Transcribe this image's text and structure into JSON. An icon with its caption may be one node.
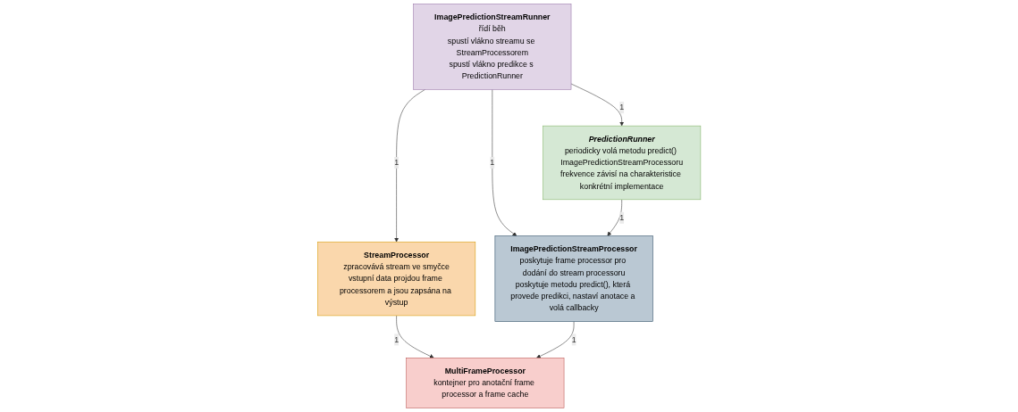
{
  "diagram": {
    "nodes": [
      {
        "text": [
          "StreamProcessor",
          "zpracovává stream ve smyčce",
          "vstupní data projdou frame processorem a jsou zapsána na výstup"
        ]
      },
      {
        "text": [
          "ImagePredictionStreamRunner",
          "řídí běh",
          "spustí vlákno streamu se StreamProcessorem",
          "spustí vlákno predikce s PredictionRunner"
        ]
      },
      {
        "text": [
          "PredictionRunner",
          "periodicky volá metodu predict() ImagePredictionStreamProcessoru",
          "frekvence závisí na charakteristice konkrétní implementace"
        ]
      },
      {
        "text": [
          "MultiFrameProcessor",
          "kontejner pro anotační frame processor a frame cache"
        ]
      },
      {
        "text": [
          "ImagePredictionStreamProcessor",
          "poskytuje frame processor pro dodání do stream processoru",
          "poskytuje metodu predict(), která provede predikci, nastaví anotace a volá callbacky"
        ]
      }
    ],
    "edges": [
      {
        "from": 1,
        "to": 0,
        "arrow": "to",
        "label": "1"
      },
      {
        "from": 1,
        "to": 2,
        "arrow": "to",
        "label": "1"
      },
      {
        "from": 0,
        "to": 3,
        "arrow": "to",
        "label": "1"
      },
      {
        "from": 1,
        "to": 4,
        "arrow": "to",
        "label": "1"
      },
      {
        "from": 2,
        "to": 4,
        "arrow": "to",
        "label": "1"
      },
      {
        "from": 4,
        "to": 3,
        "arrow": "to",
        "label": "1"
      }
    ]
  }
}
